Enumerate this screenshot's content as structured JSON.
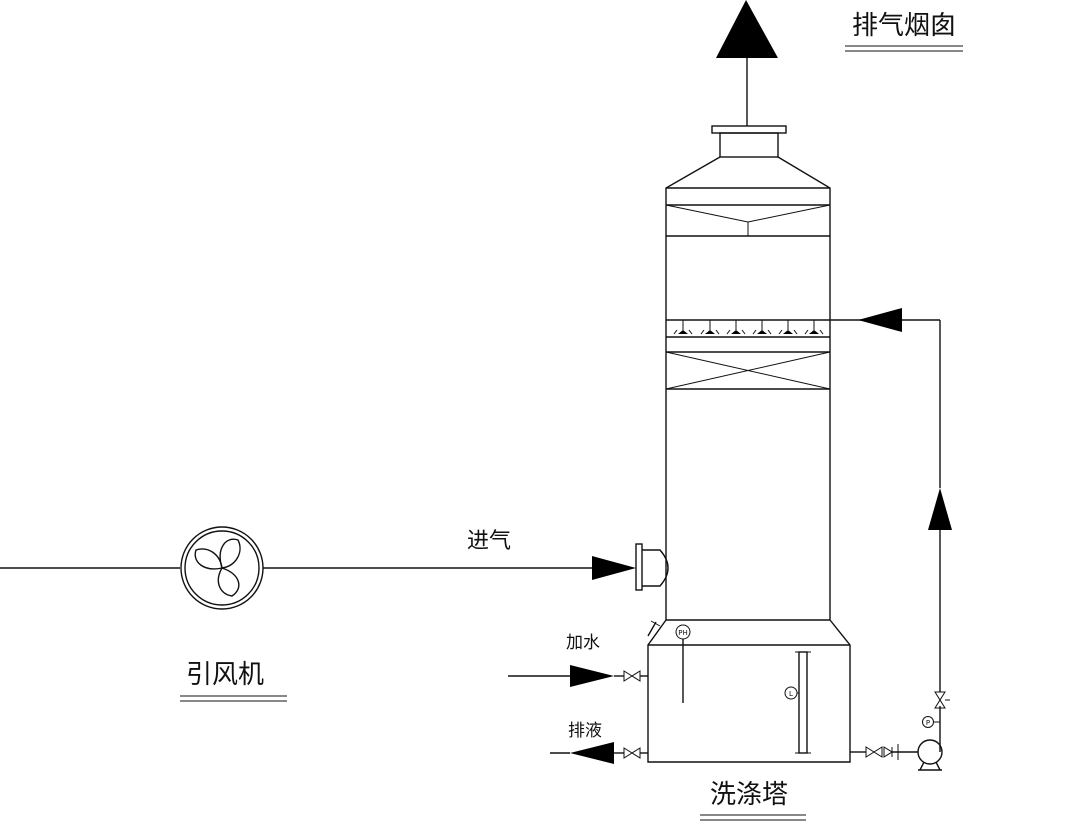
{
  "labels": {
    "exhaust_chimney": "排气烟囱",
    "air_inlet": "进气",
    "induced_fan": "引风机",
    "add_water": "加水",
    "drain": "排液",
    "scrubber_tower": "洗涤塔"
  },
  "instrument_tags": {
    "ph_meter": "PH",
    "level_gauge": "L",
    "pressure_gauge": "P"
  }
}
